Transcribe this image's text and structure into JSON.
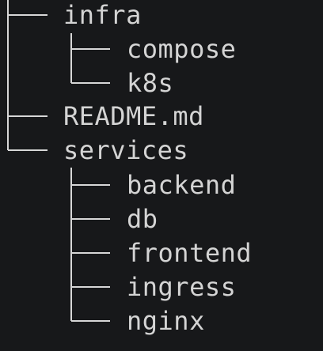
{
  "tree": {
    "infra": {
      "name": "infra",
      "children": [
        "compose",
        "k8s"
      ]
    },
    "readme": "README.md",
    "services": {
      "name": "services",
      "children": [
        "backend",
        "db",
        "frontend",
        "ingress",
        "nginx"
      ]
    }
  },
  "colors": {
    "background": "#17181a",
    "text": "#d4d4d4",
    "tree_lines": "#d7d7d7"
  }
}
